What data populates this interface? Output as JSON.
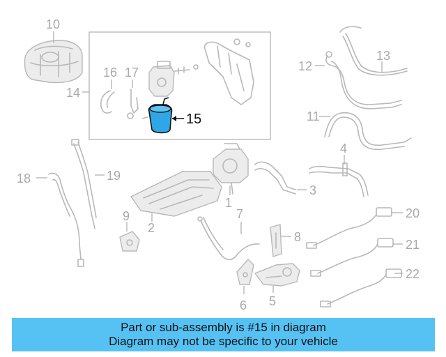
{
  "diagram": {
    "labels": {
      "l1": "1",
      "l2": "2",
      "l3": "3",
      "l4": "4",
      "l5": "5",
      "l6": "6",
      "l7": "7",
      "l8": "8",
      "l9": "9",
      "l10": "10",
      "l11": "11",
      "l12": "12",
      "l13": "13",
      "l14": "14",
      "l15": "15",
      "l16": "16",
      "l17": "17",
      "l18": "18",
      "l19": "19",
      "l20": "20",
      "l21": "21",
      "l22": "22"
    },
    "highlight_color": "#2fa6e6",
    "highlighted_part": "15"
  },
  "banner": {
    "line1": "Part or sub-assembly is #15 in diagram",
    "line2": "Diagram may not be specific to your vehicle",
    "color": "#56c2f4"
  }
}
